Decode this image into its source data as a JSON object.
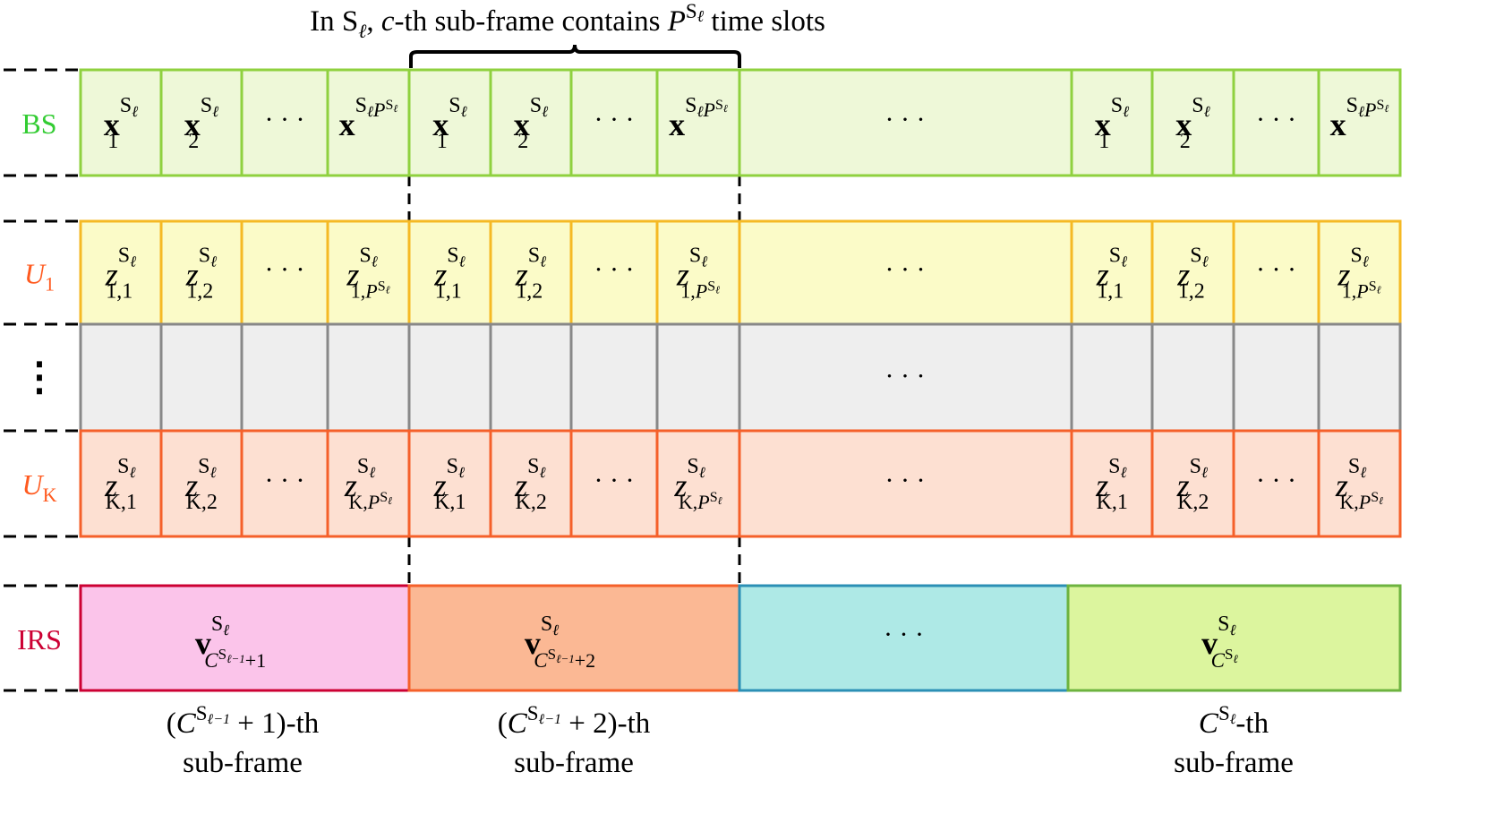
{
  "title": {
    "text_prefix": "In S",
    "text_middle": ", ",
    "c_var": "c",
    "text_mid2": "-th sub-frame contains ",
    "P": "P",
    "S": "S",
    "ell": "ℓ",
    "text_suffix": " time slots"
  },
  "rows": [
    {
      "key": "bs",
      "label": "BS",
      "label_italic": false,
      "label_color": "#33cc33",
      "fill": "#eef8d8",
      "stroke": "#8fd13f",
      "cell_base": "x",
      "bold": true,
      "subs": [
        "1",
        "2",
        "",
        "P"
      ],
      "sub_prefix": ""
    },
    {
      "key": "u1",
      "label": "U",
      "label_sub": "1",
      "label_italic": true,
      "label_color": "#ff5a1f",
      "fill": "#fbfbc8",
      "stroke": "#f5b924",
      "cell_base": "z",
      "bold": false,
      "subs": [
        "1,1",
        "1,2",
        "",
        "1,P"
      ],
      "sub_prefix": "1,"
    },
    {
      "key": "dots",
      "label": "⋮",
      "label_italic": false,
      "label_color": "#000000",
      "fill": "#eeeeee",
      "stroke": "#888888",
      "cell_base": "",
      "bold": false,
      "subs": [
        "",
        "",
        "",
        ""
      ]
    },
    {
      "key": "uk",
      "label": "U",
      "label_sub": "K",
      "label_italic": true,
      "label_color": "#ff5a1f",
      "fill": "#fde0d2",
      "stroke": "#f5602a",
      "cell_base": "z",
      "bold": false,
      "subs": [
        "K,1",
        "K,2",
        "",
        "K,P"
      ],
      "sub_prefix": "K,"
    }
  ],
  "ellipsis": "· · ·",
  "irs": {
    "label": "IRS",
    "label_color": "#cc0033",
    "blocks": [
      {
        "fill": "#fbc4ea",
        "stroke": "#cc0033",
        "base": "v",
        "sub_main": "C",
        "sub_exp": "S",
        "sub_exp_sub": "ℓ−1",
        "sub_tail": "+1"
      },
      {
        "fill": "#fbb894",
        "stroke": "#f5602a",
        "base": "v",
        "sub_main": "C",
        "sub_exp": "S",
        "sub_exp_sub": "ℓ−1",
        "sub_tail": "+2"
      },
      {
        "fill": "#aee9e6",
        "stroke": "#2b8fb5",
        "dots": "· · ·"
      },
      {
        "fill": "#dcf59e",
        "stroke": "#6db33f",
        "base": "v",
        "sub_main": "C",
        "sub_exp": "S",
        "sub_exp_sub": "ℓ",
        "sub_tail": ""
      }
    ]
  },
  "captions": [
    {
      "line1_pre": "(",
      "C": "C",
      "S": "S",
      "sub": "ℓ−1",
      "line1_post": " + 1)-th",
      "line2": "sub-frame"
    },
    {
      "line1_pre": "(",
      "C": "C",
      "S": "S",
      "sub": "ℓ−1",
      "line1_post": " + 2)-th",
      "line2": "sub-frame"
    },
    {
      "line1_pre": "",
      "C": "C",
      "S": "S",
      "sub": "ℓ",
      "line1_post": "-th",
      "line2": "sub-frame"
    }
  ]
}
